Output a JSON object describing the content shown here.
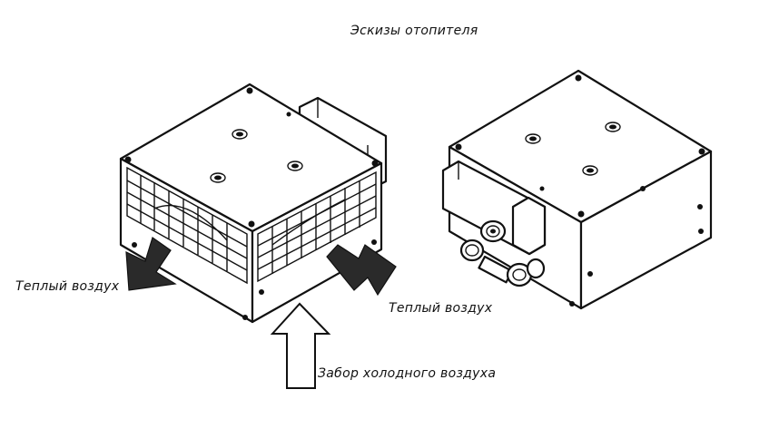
{
  "title": "Эскизы отопителя",
  "labels": {
    "warm_air_left": "Теплый воздух",
    "warm_air_right": "Теплый воздух",
    "cold_air_intake": "Забор холодного воздуха"
  },
  "colors": {
    "line": "#111111",
    "background": "#ffffff",
    "arrow_fill": "#2a2a2a"
  }
}
